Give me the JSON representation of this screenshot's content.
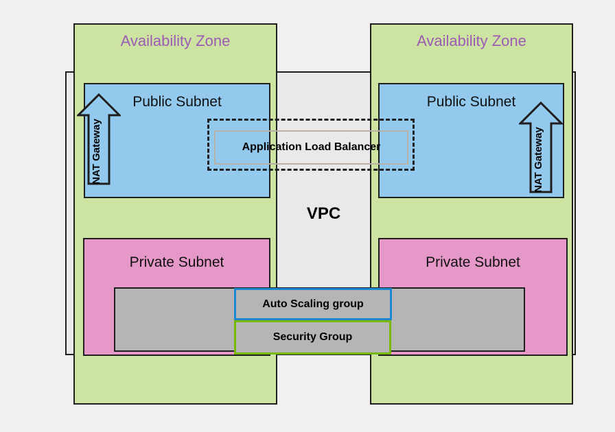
{
  "diagram": {
    "vpc": {
      "label": "VPC"
    },
    "availability_zones": [
      {
        "label": "Availability Zone",
        "public_subnet": {
          "label": "Public Subnet"
        },
        "private_subnet": {
          "label": "Private Subnet"
        },
        "nat_gateway": {
          "label": "NAT Gateway"
        }
      },
      {
        "label": "Availability Zone",
        "public_subnet": {
          "label": "Public Subnet"
        },
        "private_subnet": {
          "label": "Private Subnet"
        },
        "nat_gateway": {
          "label": "NAT Gateway"
        }
      }
    ],
    "application_load_balancer": {
      "label": "Application Load Balancer"
    },
    "auto_scaling_group": {
      "label": "Auto Scaling group"
    },
    "security_group": {
      "label": "Security Group"
    },
    "colors": {
      "page_bg": "#f0f0f0",
      "vpc_fill": "#e9e9e9",
      "az_fill": "#cde3a1",
      "az_title": "#9c5bb5",
      "public_subnet_fill": "#94c9ee",
      "private_subnet_fill": "#e699c9",
      "instance_fill": "#b5b5b5",
      "asg_border": "#1f87cf",
      "sg_border": "#76b900",
      "alb_inner_border": "#b9b1a7",
      "outline": "#1f1f1f"
    }
  }
}
